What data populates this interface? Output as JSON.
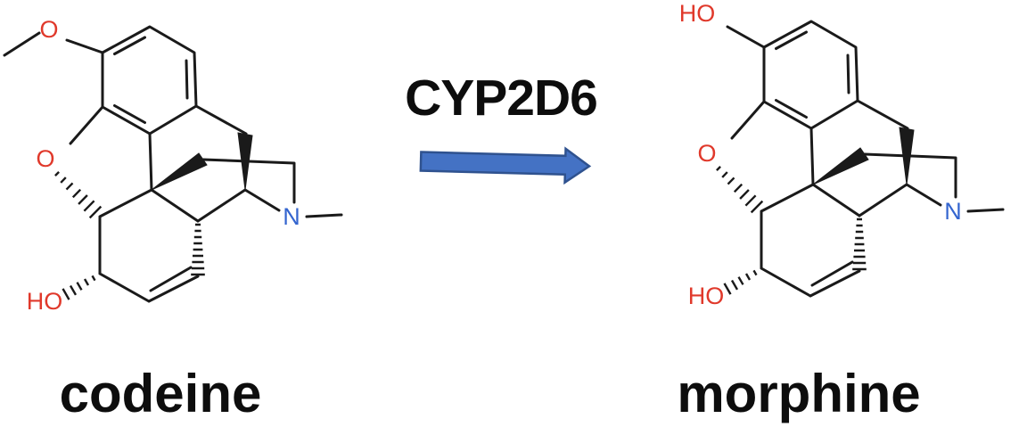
{
  "reaction": {
    "enzyme": "CYP2D6",
    "arrow": {
      "icon": "right-block-arrow",
      "fill": "#4472c4",
      "border": "#2f528f"
    },
    "substrate": {
      "name": "codeine",
      "atoms": {
        "methoxy_oxygen": "O",
        "ether_oxygen": "O",
        "hydroxyl": "HO",
        "nitrogen": "N"
      }
    },
    "product": {
      "name": "morphine",
      "atoms": {
        "phenol_hydroxyl": "HO",
        "ether_oxygen": "O",
        "hydroxyl": "HO",
        "nitrogen": "N"
      }
    }
  },
  "colors": {
    "oxygen_label": "#e0392b",
    "nitrogen_label": "#3465cf",
    "bond": "#1a1a1a",
    "label_text": "#0d0d0d",
    "background": "#ffffff"
  }
}
